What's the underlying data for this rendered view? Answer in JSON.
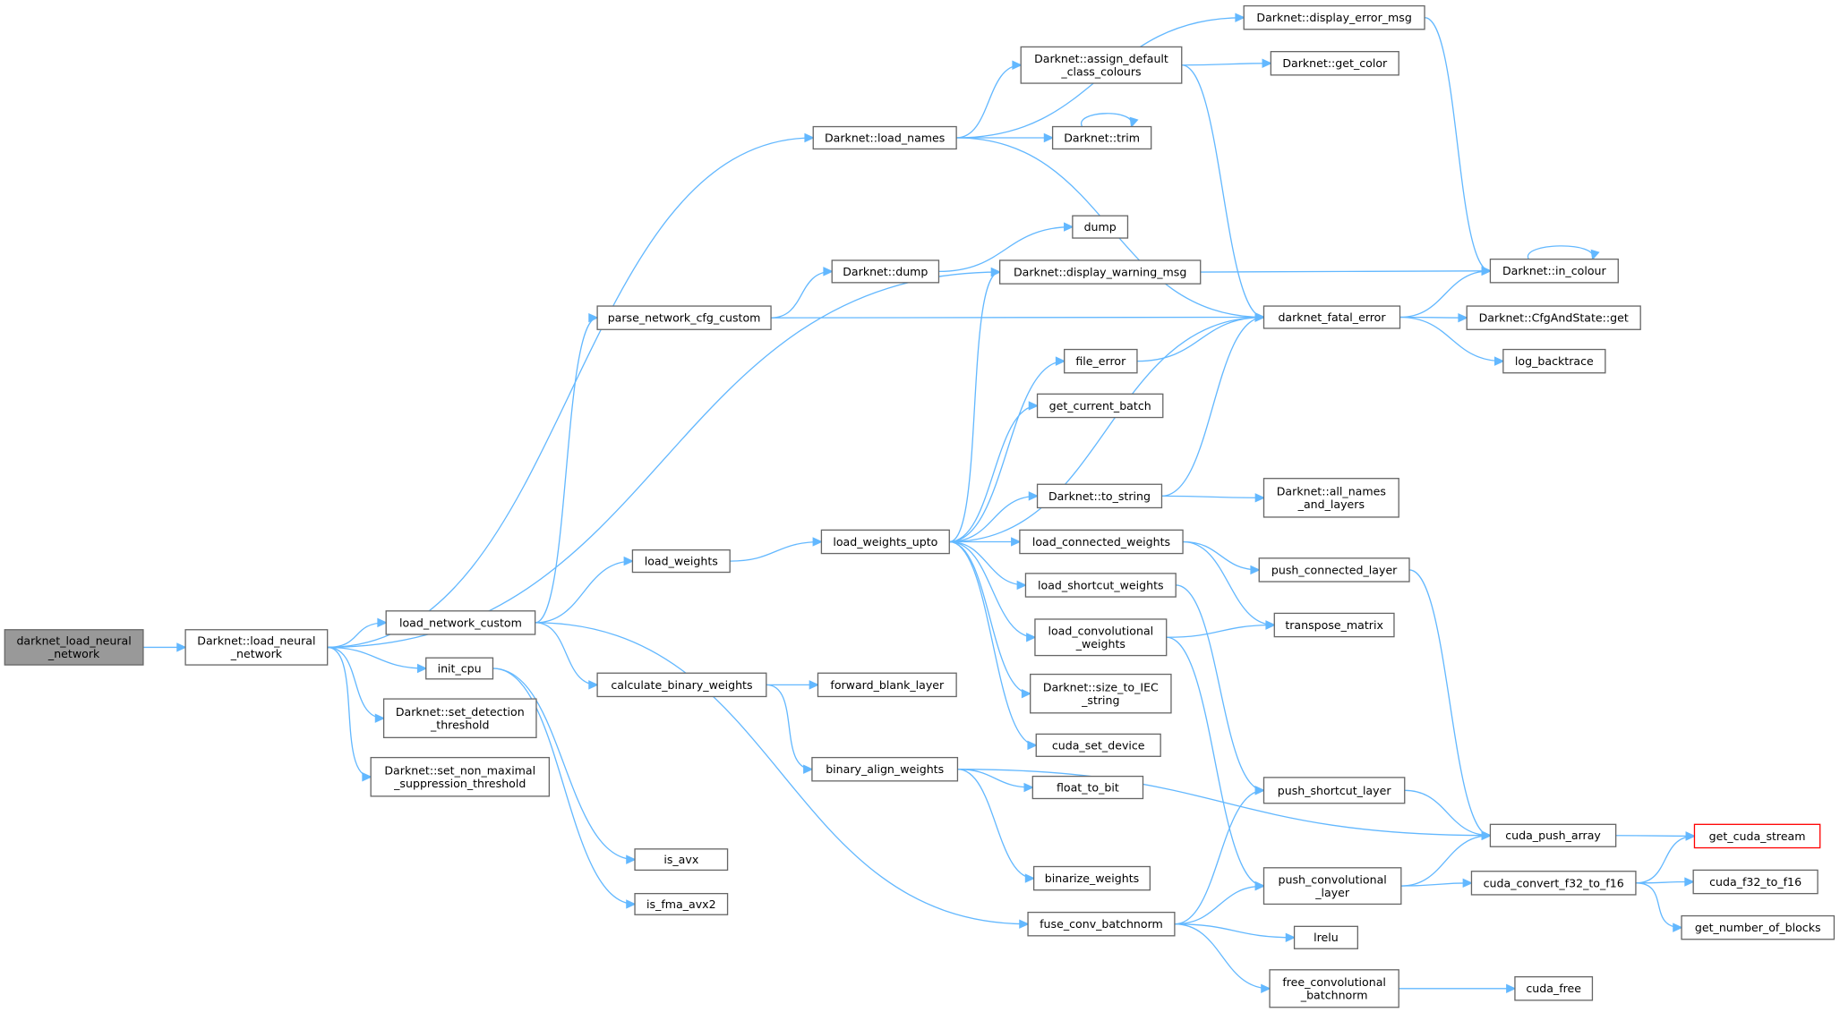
{
  "graph": {
    "type": "call-graph",
    "colors": {
      "edge": "#63b8ff",
      "root_fill": "#999999",
      "node_border": "#666666",
      "missing_border": "#ff0000"
    },
    "nodes": [
      {
        "id": "root",
        "lines": [
          "darknet_load_neural",
          "_network"
        ]
      },
      {
        "id": "lnn",
        "lines": [
          "Darknet::load_neural",
          "_network"
        ]
      },
      {
        "id": "lnc",
        "lines": [
          "load_network_custom"
        ]
      },
      {
        "id": "initcpu",
        "lines": [
          "init_cpu"
        ]
      },
      {
        "id": "setdet",
        "lines": [
          "Darknet::set_detection",
          "_threshold"
        ]
      },
      {
        "id": "setnms",
        "lines": [
          "Darknet::set_non_maximal",
          "_suppression_threshold"
        ]
      },
      {
        "id": "loadnames",
        "lines": [
          "Darknet::load_names"
        ]
      },
      {
        "id": "parsecfg",
        "lines": [
          "parse_network_cfg_custom"
        ]
      },
      {
        "id": "ddump",
        "lines": [
          "Darknet::dump"
        ]
      },
      {
        "id": "loadweights",
        "lines": [
          "load_weights"
        ]
      },
      {
        "id": "calcbin",
        "lines": [
          "calculate_binary_weights"
        ]
      },
      {
        "id": "isavx",
        "lines": [
          "is_avx"
        ]
      },
      {
        "id": "isfma",
        "lines": [
          "is_fma_avx2"
        ]
      },
      {
        "id": "lwupto",
        "lines": [
          "load_weights_upto"
        ]
      },
      {
        "id": "fwdblank",
        "lines": [
          "forward_blank_layer"
        ]
      },
      {
        "id": "binalign",
        "lines": [
          "binary_align_weights"
        ]
      },
      {
        "id": "fuse",
        "lines": [
          "fuse_conv_batchnorm"
        ]
      },
      {
        "id": "errmsg",
        "lines": [
          "Darknet::display_error_msg"
        ]
      },
      {
        "id": "assign",
        "lines": [
          "Darknet::assign_default",
          "_class_colours"
        ]
      },
      {
        "id": "trim",
        "lines": [
          "Darknet::trim"
        ]
      },
      {
        "id": "dump",
        "lines": [
          "dump"
        ]
      },
      {
        "id": "warnmsg",
        "lines": [
          "Darknet::display_warning_msg"
        ]
      },
      {
        "id": "fileerr",
        "lines": [
          "file_error"
        ]
      },
      {
        "id": "curbatch",
        "lines": [
          "get_current_batch"
        ]
      },
      {
        "id": "tostring",
        "lines": [
          "Darknet::to_string"
        ]
      },
      {
        "id": "lconn",
        "lines": [
          "load_connected_weights"
        ]
      },
      {
        "id": "lshort",
        "lines": [
          "load_shortcut_weights"
        ]
      },
      {
        "id": "lconv",
        "lines": [
          "load_convolutional",
          "_weights"
        ]
      },
      {
        "id": "sizeiec",
        "lines": [
          "Darknet::size_to_IEC",
          "_string"
        ]
      },
      {
        "id": "cudasetdev",
        "lines": [
          "cuda_set_device"
        ]
      },
      {
        "id": "floattobit",
        "lines": [
          "float_to_bit"
        ]
      },
      {
        "id": "binarize",
        "lines": [
          "binarize_weights"
        ]
      },
      {
        "id": "fatal",
        "lines": [
          "darknet_fatal_error"
        ]
      },
      {
        "id": "getcolor",
        "lines": [
          "Darknet::get_color"
        ]
      },
      {
        "id": "incolour",
        "lines": [
          "Darknet::in_colour"
        ]
      },
      {
        "id": "cfgget",
        "lines": [
          "Darknet::CfgAndState::get"
        ]
      },
      {
        "id": "logbt",
        "lines": [
          "log_backtrace"
        ]
      },
      {
        "id": "allnames",
        "lines": [
          "Darknet::all_names",
          "_and_layers"
        ]
      },
      {
        "id": "pushconn",
        "lines": [
          "push_connected_layer"
        ]
      },
      {
        "id": "transpose",
        "lines": [
          "transpose_matrix"
        ]
      },
      {
        "id": "pushshort",
        "lines": [
          "push_shortcut_layer"
        ]
      },
      {
        "id": "pushconv",
        "lines": [
          "push_convolutional",
          "_layer"
        ]
      },
      {
        "id": "lrelu",
        "lines": [
          "lrelu"
        ]
      },
      {
        "id": "freeconv",
        "lines": [
          "free_convolutional",
          "_batchnorm"
        ]
      },
      {
        "id": "cudapush",
        "lines": [
          "cuda_push_array"
        ]
      },
      {
        "id": "cudaconv",
        "lines": [
          "cuda_convert_f32_to_f16"
        ]
      },
      {
        "id": "cudafree",
        "lines": [
          "cuda_free"
        ]
      },
      {
        "id": "getstream",
        "lines": [
          "get_cuda_stream"
        ]
      },
      {
        "id": "f32tof16",
        "lines": [
          "cuda_f32_to_f16"
        ]
      },
      {
        "id": "numblocks",
        "lines": [
          "get_number_of_blocks"
        ]
      }
    ],
    "edges": [
      [
        "root",
        "lnn"
      ],
      [
        "lnn",
        "loadnames"
      ],
      [
        "lnn",
        "warnmsg"
      ],
      [
        "lnn",
        "lnc"
      ],
      [
        "lnn",
        "initcpu"
      ],
      [
        "lnn",
        "setdet"
      ],
      [
        "lnn",
        "setnms"
      ],
      [
        "loadnames",
        "errmsg"
      ],
      [
        "loadnames",
        "assign"
      ],
      [
        "loadnames",
        "trim"
      ],
      [
        "loadnames",
        "fatal"
      ],
      [
        "trim",
        "trim"
      ],
      [
        "assign",
        "getcolor"
      ],
      [
        "assign",
        "fatal"
      ],
      [
        "errmsg",
        "incolour"
      ],
      [
        "incolour",
        "incolour"
      ],
      [
        "warnmsg",
        "incolour"
      ],
      [
        "ddump",
        "dump"
      ],
      [
        "parsecfg",
        "ddump"
      ],
      [
        "parsecfg",
        "fatal"
      ],
      [
        "lnc",
        "parsecfg"
      ],
      [
        "lnc",
        "loadweights"
      ],
      [
        "lnc",
        "calcbin"
      ],
      [
        "lnc",
        "fuse"
      ],
      [
        "initcpu",
        "isavx"
      ],
      [
        "initcpu",
        "isfma"
      ],
      [
        "loadweights",
        "lwupto"
      ],
      [
        "lwupto",
        "warnmsg"
      ],
      [
        "lwupto",
        "fileerr"
      ],
      [
        "lwupto",
        "curbatch"
      ],
      [
        "lwupto",
        "fatal"
      ],
      [
        "lwupto",
        "tostring"
      ],
      [
        "lwupto",
        "lconn"
      ],
      [
        "lwupto",
        "lshort"
      ],
      [
        "lwupto",
        "lconv"
      ],
      [
        "lwupto",
        "sizeiec"
      ],
      [
        "lwupto",
        "cudasetdev"
      ],
      [
        "fileerr",
        "fatal"
      ],
      [
        "tostring",
        "fatal"
      ],
      [
        "tostring",
        "allnames"
      ],
      [
        "fatal",
        "incolour"
      ],
      [
        "fatal",
        "cfgget"
      ],
      [
        "fatal",
        "logbt"
      ],
      [
        "lconn",
        "pushconn"
      ],
      [
        "lconn",
        "transpose"
      ],
      [
        "lshort",
        "pushshort"
      ],
      [
        "lconv",
        "transpose"
      ],
      [
        "lconv",
        "pushconv"
      ],
      [
        "pushconn",
        "cudapush"
      ],
      [
        "calcbin",
        "fwdblank"
      ],
      [
        "calcbin",
        "binalign"
      ],
      [
        "binalign",
        "floattobit"
      ],
      [
        "binalign",
        "binarize"
      ],
      [
        "binalign",
        "cudapush"
      ],
      [
        "fuse",
        "pushshort"
      ],
      [
        "fuse",
        "pushconv"
      ],
      [
        "fuse",
        "lrelu"
      ],
      [
        "fuse",
        "freeconv"
      ],
      [
        "pushshort",
        "cudapush"
      ],
      [
        "pushconv",
        "cudapush"
      ],
      [
        "pushconv",
        "cudaconv"
      ],
      [
        "cudapush",
        "getstream"
      ],
      [
        "cudaconv",
        "getstream"
      ],
      [
        "cudaconv",
        "f32tof16"
      ],
      [
        "cudaconv",
        "numblocks"
      ],
      [
        "freeconv",
        "cudafree"
      ]
    ]
  }
}
